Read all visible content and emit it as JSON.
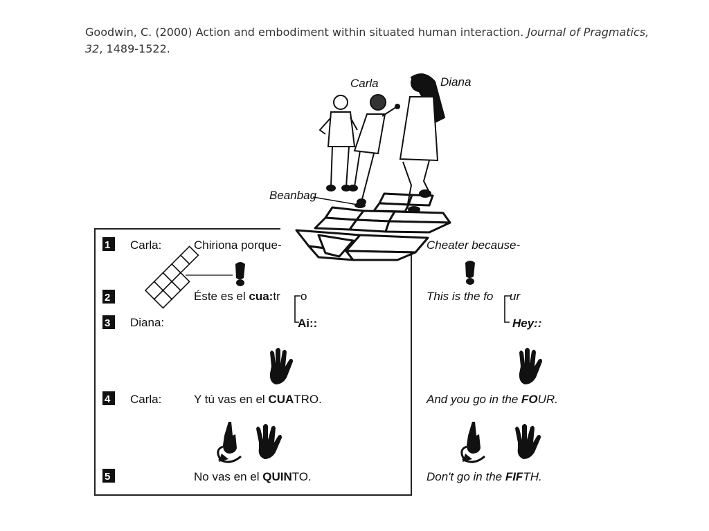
{
  "citation": {
    "authors_year_title": "Goodwin, C. (2000) Action and embodiment within situated human interaction. ",
    "journal": "Journal of Pragmatics,",
    "volume": "32",
    "pages": ", 1489-1522."
  },
  "figure": {
    "labels": {
      "carla": "Carla",
      "diana": "Diana",
      "beanbag": "Beanbag"
    },
    "lines": [
      {
        "num": "1",
        "speaker": "Carla:",
        "spanish": {
          "pre": "Chiriona porque-",
          "bold": "",
          "post": ""
        },
        "english": {
          "pre": "Cheater because-",
          "bold": "",
          "post": ""
        }
      },
      {
        "num": "2",
        "speaker": "",
        "spanish": {
          "pre": "Éste es el ",
          "bold": "cua:",
          "post": "tr",
          "tail": "o"
        },
        "english": {
          "pre": "This is the fo",
          "bold": "",
          "post": "",
          "tail": "ur"
        }
      },
      {
        "num": "3",
        "speaker": "Diana:",
        "spanish": {
          "pre": "",
          "bold": "Ai::",
          "post": ""
        },
        "english": {
          "pre": "",
          "bold": "Hey::",
          "post": ""
        }
      },
      {
        "num": "4",
        "speaker": "Carla:",
        "spanish": {
          "pre": "Y tú vas en el ",
          "bold": "CUA",
          "post": "TRO."
        },
        "english": {
          "pre": "And you go in the ",
          "bold": "FO",
          "post": "UR."
        }
      },
      {
        "num": "5",
        "speaker": "",
        "spanish": {
          "pre": "No vas en el ",
          "bold": "QUIN",
          "post": "TO."
        },
        "english": {
          "pre": "Don't go in the ",
          "bold": "FIF",
          "post": "TH."
        }
      }
    ]
  }
}
